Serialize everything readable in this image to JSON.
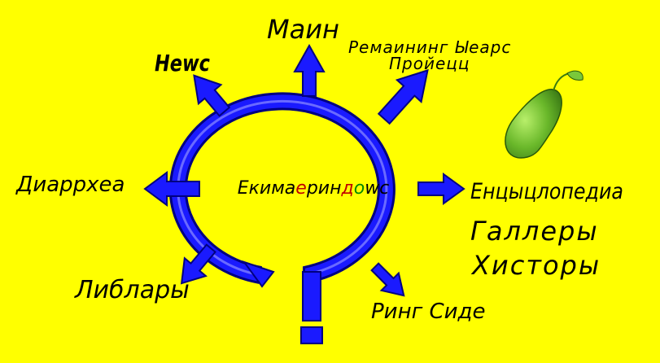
{
  "hub": {
    "center_parts": [
      "Екима",
      "е",
      "рин",
      "д",
      "о",
      "wс"
    ],
    "center_part_colors": [
      "#000000",
      "#c00000",
      "#000000",
      "#c00000",
      "#008800",
      "#000000"
    ]
  },
  "links": {
    "main": "Маин",
    "news": "Неwс",
    "remaining_years": "Ремаининг Ыеарс",
    "project": "Пройецц",
    "diarrhea": "Диаррхеа",
    "encyclopedia": "Енцыцлопедиа",
    "gallery": "Галлеры",
    "history": "Хисторы",
    "library": "Либлары",
    "ring_side": "Ринг Сиде"
  },
  "colors": {
    "background": "#ffff00",
    "arrow_fill": "#1a1aff",
    "arrow_outline": "#000080",
    "ring_fill": "#1a1aff",
    "ring_inner": "#6a6aff",
    "cucumber": "#6ab82a"
  }
}
